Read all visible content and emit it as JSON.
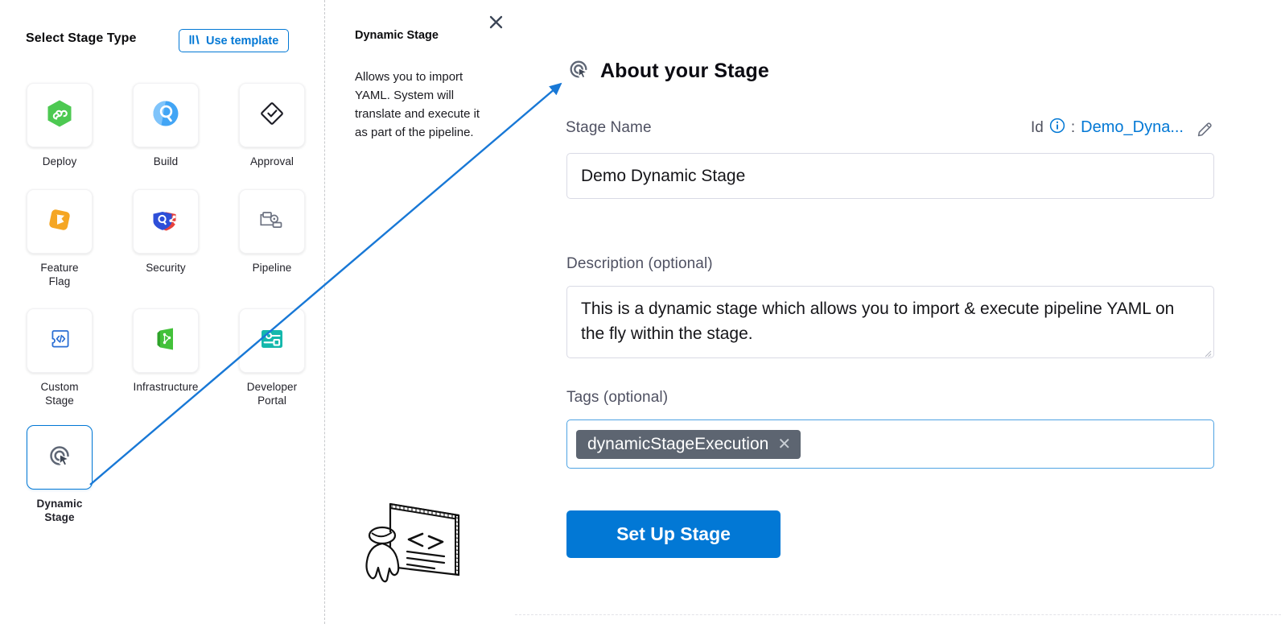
{
  "left_panel": {
    "title": "Select Stage Type",
    "use_template_label": "Use template",
    "use_template_icon": "template-bars-icon",
    "tiles": [
      {
        "label": "Deploy",
        "icon": "deploy-hexagon-infinity-icon",
        "selected": false
      },
      {
        "label": "Build",
        "icon": "build-magnifier-icon",
        "selected": false
      },
      {
        "label": "Approval",
        "icon": "approval-diamond-check-icon",
        "selected": false
      },
      {
        "label": "Feature Flag",
        "icon": "feature-flag-icon",
        "selected": false
      },
      {
        "label": "Security",
        "icon": "security-shields-icon",
        "selected": false
      },
      {
        "label": "Pipeline",
        "icon": "pipeline-nodes-icon",
        "selected": false
      },
      {
        "label": "Custom Stage",
        "icon": "custom-stage-code-icon",
        "selected": false
      },
      {
        "label": "Infrastructure",
        "icon": "infrastructure-icon",
        "selected": false
      },
      {
        "label": "Developer Portal",
        "icon": "developer-portal-icon",
        "selected": false
      },
      {
        "label": "Dynamic Stage",
        "icon": "dynamic-stage-target-cursor-icon",
        "selected": true
      }
    ],
    "tile_labels": {
      "deploy": "Deploy",
      "build": "Build",
      "approval": "Approval",
      "feature_flag_line1": "Feature",
      "feature_flag_line2": "Flag",
      "security": "Security",
      "pipeline": "Pipeline",
      "custom_stage_line1": "Custom",
      "custom_stage_line2": "Stage",
      "infrastructure": "Infrastructure",
      "developer_portal_line1": "Developer",
      "developer_portal_line2": "Portal",
      "dynamic_stage_line1": "Dynamic",
      "dynamic_stage_line2": "Stage"
    }
  },
  "middle_panel": {
    "title": "Dynamic Stage",
    "description": "Allows you to import YAML. System will translate and execute it as part of the pipeline.",
    "illustration": "person-presenting-code-board-illustration",
    "close_icon": "close-icon"
  },
  "right_panel": {
    "heading": "About your Stage",
    "heading_icon": "dynamic-stage-target-cursor-icon",
    "stage_name": {
      "label": "Stage Name",
      "value": "Demo Dynamic Stage",
      "placeholder": "Stage Name"
    },
    "id": {
      "label": "Id",
      "info_icon": "info-circle-icon",
      "separator": ":",
      "value": "Demo_Dyna...",
      "edit_icon": "pencil-icon"
    },
    "description": {
      "label": "Description (optional)",
      "value": "This is a dynamic stage which allows you to import & execute pipeline YAML on the fly within the stage.",
      "placeholder": "Description"
    },
    "tags": {
      "label": "Tags (optional)",
      "chips": [
        {
          "text": "dynamicStageExecution",
          "remove_icon": "chip-remove-icon"
        }
      ]
    },
    "submit_label": "Set Up Stage"
  },
  "annotation": {
    "type": "arrow",
    "color": "#1878d6",
    "from": "dynamic-stage-tile",
    "to": "about-your-stage-heading-icon"
  },
  "colors": {
    "accent_blue": "#0278d5",
    "tag_chip_gray": "#5d6571",
    "label_gray": "#4f5162",
    "border_gray": "#d9dae5",
    "tag_focus_border": "#4fa3e3"
  }
}
